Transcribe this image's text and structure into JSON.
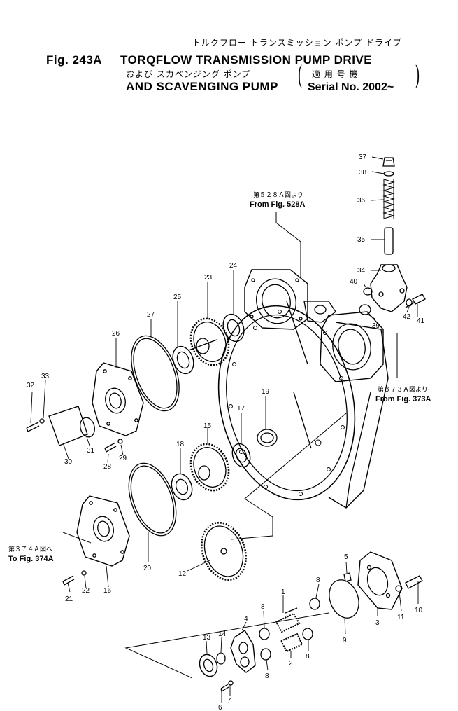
{
  "title": {
    "line1_jp": "トルクフロー トランスミッション ポンプ ドライブ",
    "fig_label": "Fig. 243A",
    "line2_en": "TORQFLOW TRANSMISSION PUMP DRIVE",
    "line3_jp": "および スカベンジング ポンプ",
    "line4_en": "AND SCAVENGING PUMP",
    "serial_jp": "適 用 号 機",
    "serial_en": "Serial No. 2002~"
  },
  "references": {
    "from528_jp": "第５２８Ａ図より",
    "from528_en": "From Fig. 528A",
    "from373_jp": "第３７３Ａ図より",
    "from373_en": "From Fig. 373A",
    "to374_jp": "第３７４Ａ図へ",
    "to374_en": "To Fig. 374A"
  },
  "part_labels": {
    "p37": "37",
    "p38": "38",
    "p36": "36",
    "p35": "35",
    "p34": "34",
    "p40": "40",
    "p39": "39",
    "p41": "41",
    "p42": "42",
    "p24": "24",
    "p23": "23",
    "p25": "25",
    "p27": "27",
    "p26": "26",
    "p33": "33",
    "p32": "32",
    "p31": "31",
    "p30": "30",
    "p28": "28",
    "p29": "29",
    "p19": "19",
    "p17": "17",
    "p15": "15",
    "p18": "18",
    "p20": "20",
    "p16": "16",
    "p21": "21",
    "p22": "22",
    "p12": "12",
    "p5": "5",
    "p8a": "8",
    "p8b": "8",
    "p8c": "8",
    "p8d": "8",
    "p1": "1",
    "p4": "4",
    "p13": "13",
    "p14": "14",
    "p2": "2",
    "p9": "9",
    "p3": "3",
    "p11": "11",
    "p10": "10",
    "p6": "6",
    "p7": "7"
  }
}
